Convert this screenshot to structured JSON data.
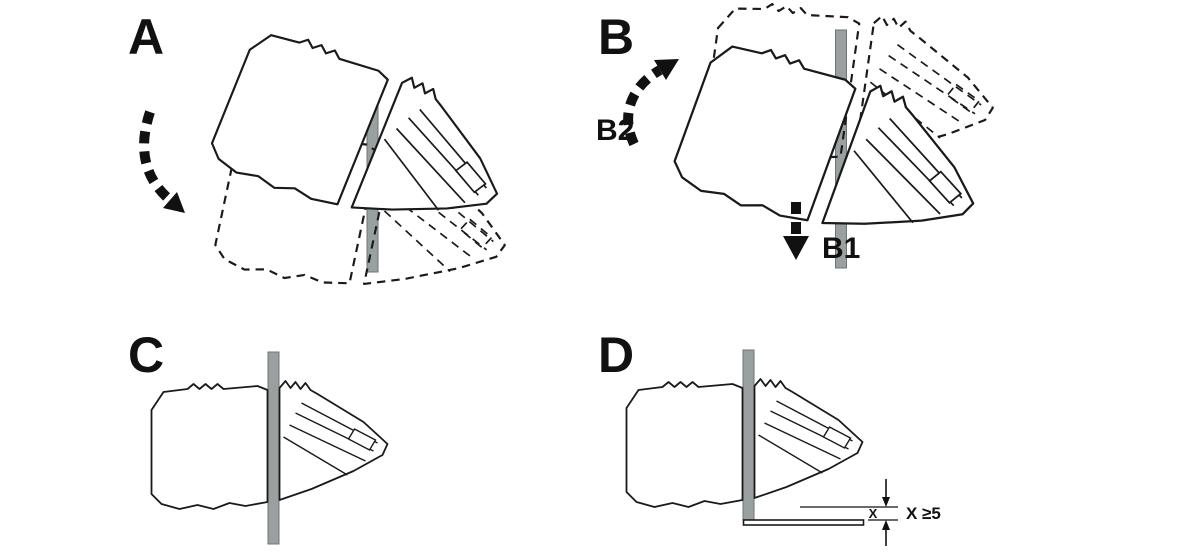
{
  "figure": {
    "panels": {
      "a": {
        "label": "A"
      },
      "b": {
        "label": "B",
        "press_arrow_label": "B1",
        "rotate_arrow_label": "B2"
      },
      "c": {
        "label": "C"
      },
      "d": {
        "label": "D",
        "dimension_symbol": "X",
        "dimension_note": "X ≥5"
      }
    },
    "colors": {
      "rail": "#9aa0a0",
      "outline": "#1a1a1a"
    }
  }
}
